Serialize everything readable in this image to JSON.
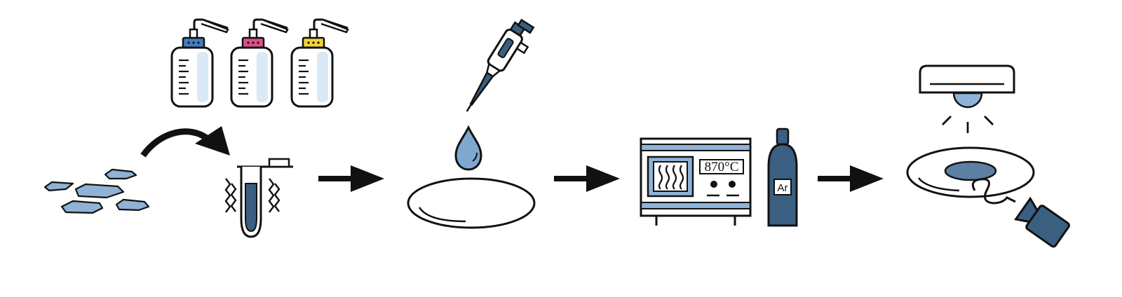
{
  "steps": [
    {
      "id": "flakes",
      "icon": "hexagonal-flakes-icon"
    },
    {
      "id": "wash-bottles",
      "icon": "wash-bottle-icon",
      "cap_colors": [
        "#3f7fc0",
        "#e0508a",
        "#f2d23a"
      ]
    },
    {
      "id": "sonication",
      "icon": "vibrating-tube-icon"
    },
    {
      "id": "drop-cast",
      "icon": "pipette-icon"
    },
    {
      "id": "anneal",
      "icon": "furnace-icon"
    },
    {
      "id": "gas",
      "icon": "gas-cylinder-icon"
    },
    {
      "id": "measure",
      "icon": "lamp-and-camera-icon"
    }
  ],
  "furnace": {
    "temperature": "870°C"
  },
  "gas_cylinder": {
    "label": "Ar"
  },
  "colors": {
    "outline": "#111111",
    "flake_fill": "#8fb2d6",
    "dark_blue": "#3a5f80",
    "light_blue": "#8db4d8",
    "pale_blue": "#dbe9f6",
    "liquid": "#7ea8cf"
  }
}
